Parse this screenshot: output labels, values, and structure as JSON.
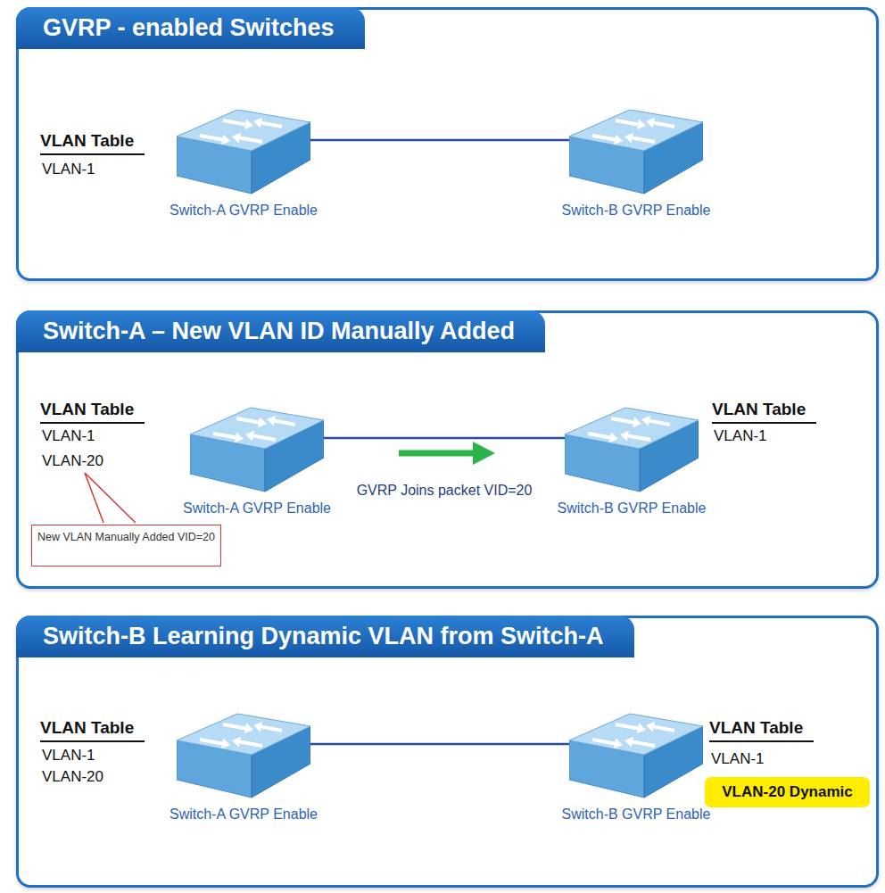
{
  "diagram": {
    "nodes": [
      {
        "text": [
          "GVRP - enabled Switches"
        ]
      },
      {
        "text": [
          "Switch-A GVRP Enable"
        ],
        "in": 0
      },
      {
        "text": [
          "Switch-B GVRP Enable"
        ],
        "in": 0
      },
      {
        "text": [
          "Switch-A – New VLAN ID Manually Added"
        ]
      },
      {
        "text": [
          "Switch-A GVRP Enable"
        ],
        "in": 3
      },
      {
        "text": [
          "Switch-B GVRP Enable"
        ],
        "in": 3
      },
      {
        "text": [
          "New VLAN Manually Added VID=20"
        ],
        "in": 3
      },
      {
        "text": [
          "Switch-B Learning Dynamic VLAN from Switch-A"
        ]
      },
      {
        "text": [
          "Switch-A GVRP Enable"
        ],
        "in": 7
      },
      {
        "text": [
          "Switch-B GVRP Enable"
        ],
        "in": 7
      },
      {
        "text": [
          "VLAN-20 Dynamic"
        ],
        "in": 7
      }
    ],
    "edges": [
      {
        "from": 1,
        "to": 2,
        "arrow": "none"
      },
      {
        "from": 4,
        "to": 5,
        "label": "GVRP Joins packet VID=20",
        "arrow": "none"
      },
      {
        "from": 8,
        "to": 9,
        "arrow": "none"
      }
    ],
    "labels": [
      "VLAN Table",
      "VLAN-1",
      "VLAN Table",
      "VLAN-1",
      "VLAN-20",
      "VLAN Table",
      "VLAN-1",
      "VLAN Table",
      "VLAN-1",
      "VLAN-20",
      "VLAN Table",
      "VLAN-1"
    ]
  }
}
